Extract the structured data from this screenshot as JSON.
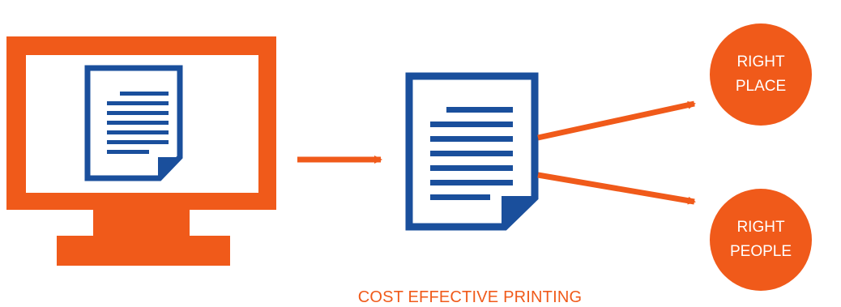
{
  "colors": {
    "orange": "#f05a1a",
    "blue": "#1a4f9c",
    "white": "#ffffff"
  },
  "icons": [
    "monitor-icon",
    "document-icon",
    "arrow-icon"
  ],
  "targets": [
    {
      "line1": "RIGHT",
      "line2": "PLACE"
    },
    {
      "line1": "RIGHT",
      "line2": "PEOPLE"
    }
  ],
  "caption": "COST EFFECTIVE PRINTING"
}
